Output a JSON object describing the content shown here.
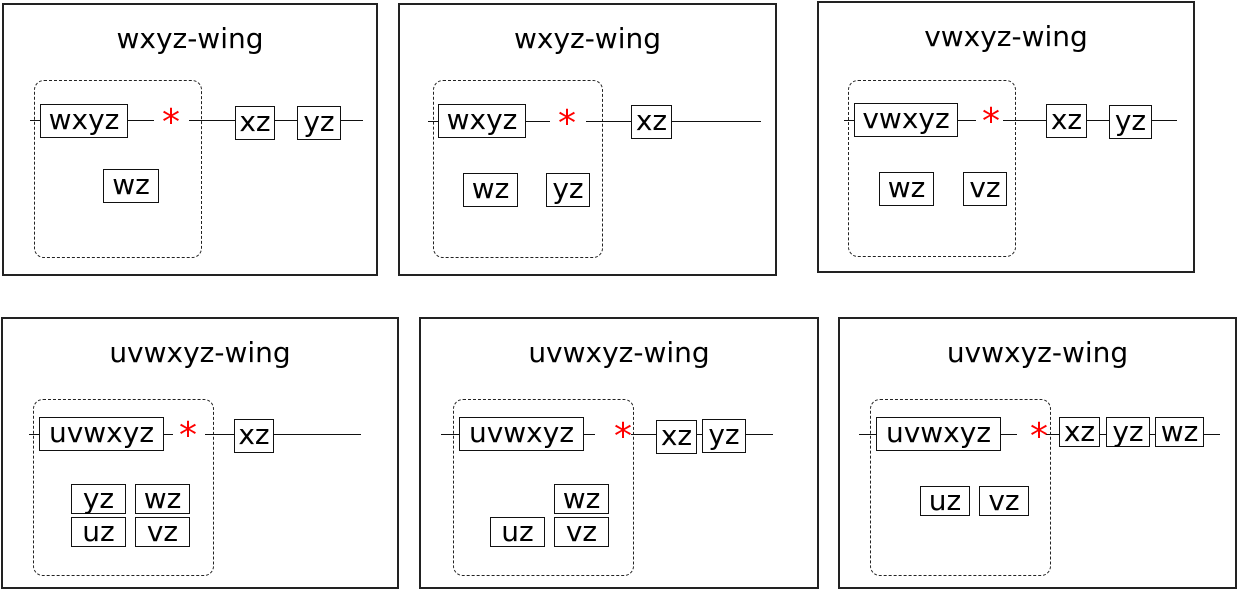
{
  "colors": {
    "star": "#ff0000",
    "stroke": "#111111"
  },
  "panels": [
    {
      "title": "wxyz-wing",
      "pivot": "wxyz",
      "inside": [
        "wz"
      ],
      "chain": [
        "xz",
        "yz"
      ],
      "mark": "*"
    },
    {
      "title": "wxyz-wing",
      "pivot": "wxyz",
      "inside": [
        "wz",
        "yz"
      ],
      "chain": [
        "xz"
      ],
      "mark": "*"
    },
    {
      "title": "vwxyz-wing",
      "pivot": "vwxyz",
      "inside": [
        "wz",
        "vz"
      ],
      "chain": [
        "xz",
        "yz"
      ],
      "mark": "*"
    },
    {
      "title": "uvwxyz-wing",
      "pivot": "uvwxyz",
      "inside": [
        "yz",
        "wz",
        "uz",
        "vz"
      ],
      "chain": [
        "xz"
      ],
      "mark": "*"
    },
    {
      "title": "uvwxyz-wing",
      "pivot": "uvwxyz",
      "inside": [
        "wz",
        "uz",
        "vz"
      ],
      "chain": [
        "xz",
        "yz"
      ],
      "mark": "*"
    },
    {
      "title": "uvwxyz-wing",
      "pivot": "uvwxyz",
      "inside": [
        "uz",
        "vz"
      ],
      "chain": [
        "xz",
        "yz",
        "wz"
      ],
      "mark": "*"
    }
  ]
}
